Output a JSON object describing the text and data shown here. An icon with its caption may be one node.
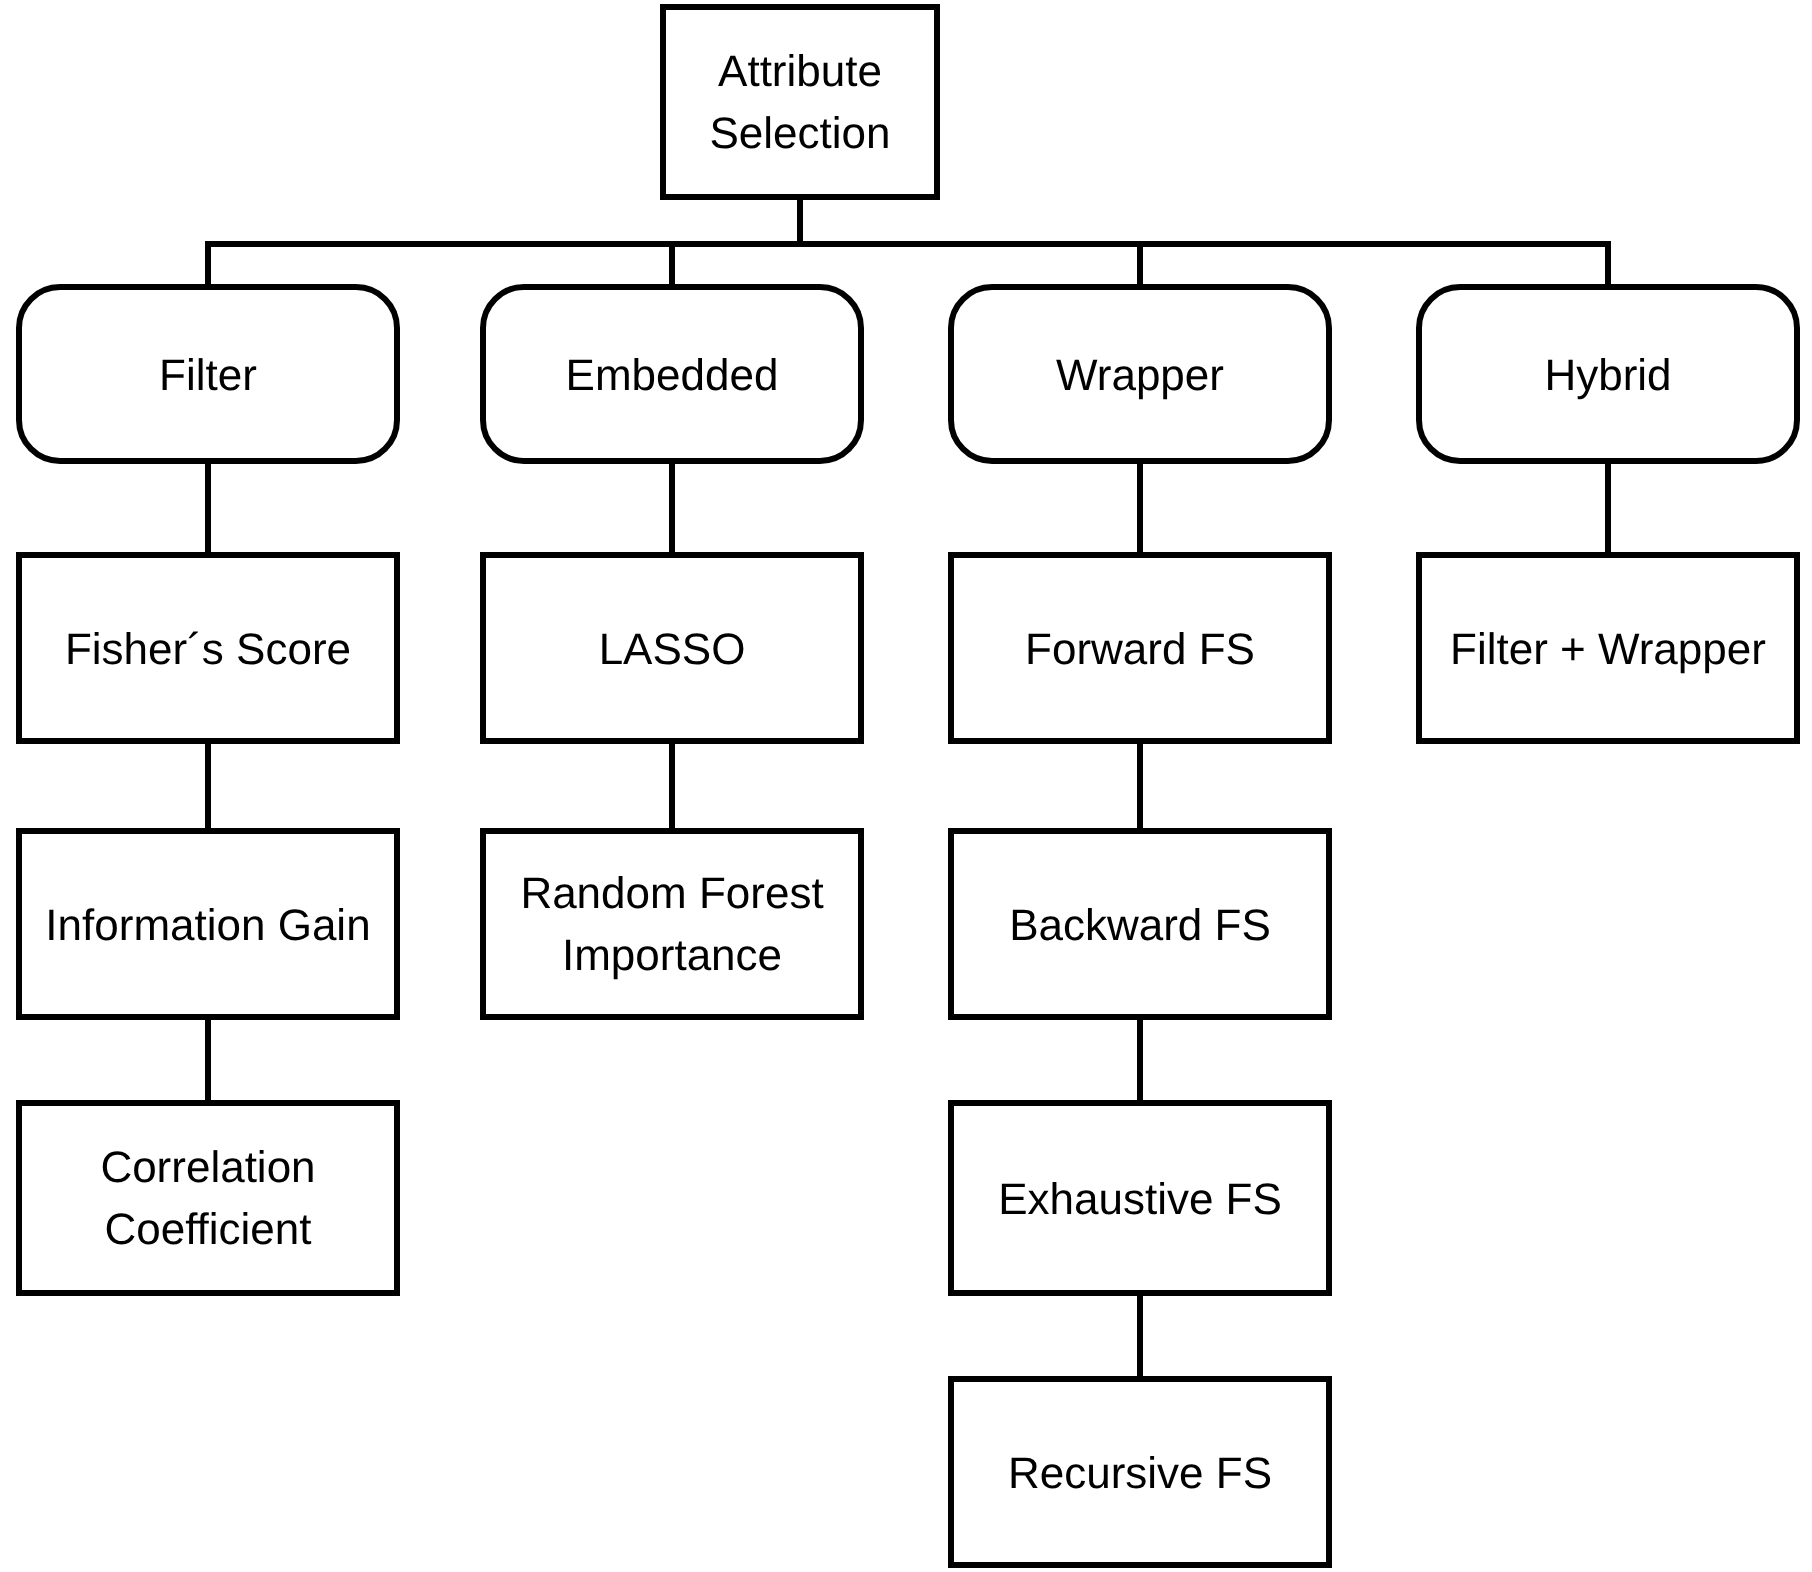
{
  "diagram": {
    "nodes": [
      {
        "text": [
          "Attribute Selection"
        ]
      },
      {
        "text": [
          "Filter"
        ]
      },
      {
        "text": [
          "Embedded"
        ]
      },
      {
        "text": [
          "Wrapper"
        ]
      },
      {
        "text": [
          "Hybrid"
        ]
      },
      {
        "text": [
          "Fisher´s Score"
        ]
      },
      {
        "text": [
          "Information Gain"
        ]
      },
      {
        "text": [
          "Correlation Coefficient"
        ]
      },
      {
        "text": [
          "LASSO"
        ]
      },
      {
        "text": [
          "Random Forest Importance"
        ]
      },
      {
        "text": [
          "Forward FS"
        ]
      },
      {
        "text": [
          "Backward FS"
        ]
      },
      {
        "text": [
          "Exhaustive FS"
        ]
      },
      {
        "text": [
          "Recursive FS"
        ]
      },
      {
        "text": [
          "Filter + Wrapper"
        ]
      }
    ],
    "edges": [
      {
        "from": 0,
        "to": 1,
        "arrow": "none"
      },
      {
        "from": 0,
        "to": 2,
        "arrow": "none"
      },
      {
        "from": 0,
        "to": 3,
        "arrow": "none"
      },
      {
        "from": 0,
        "to": 4,
        "arrow": "none"
      },
      {
        "from": 1,
        "to": 5,
        "arrow": "none"
      },
      {
        "from": 5,
        "to": 6,
        "arrow": "none"
      },
      {
        "from": 6,
        "to": 7,
        "arrow": "none"
      },
      {
        "from": 2,
        "to": 8,
        "arrow": "none"
      },
      {
        "from": 8,
        "to": 9,
        "arrow": "none"
      },
      {
        "from": 3,
        "to": 10,
        "arrow": "none"
      },
      {
        "from": 10,
        "to": 11,
        "arrow": "none"
      },
      {
        "from": 11,
        "to": 12,
        "arrow": "none"
      },
      {
        "from": 12,
        "to": 13,
        "arrow": "none"
      },
      {
        "from": 4,
        "to": 14,
        "arrow": "none"
      }
    ]
  }
}
